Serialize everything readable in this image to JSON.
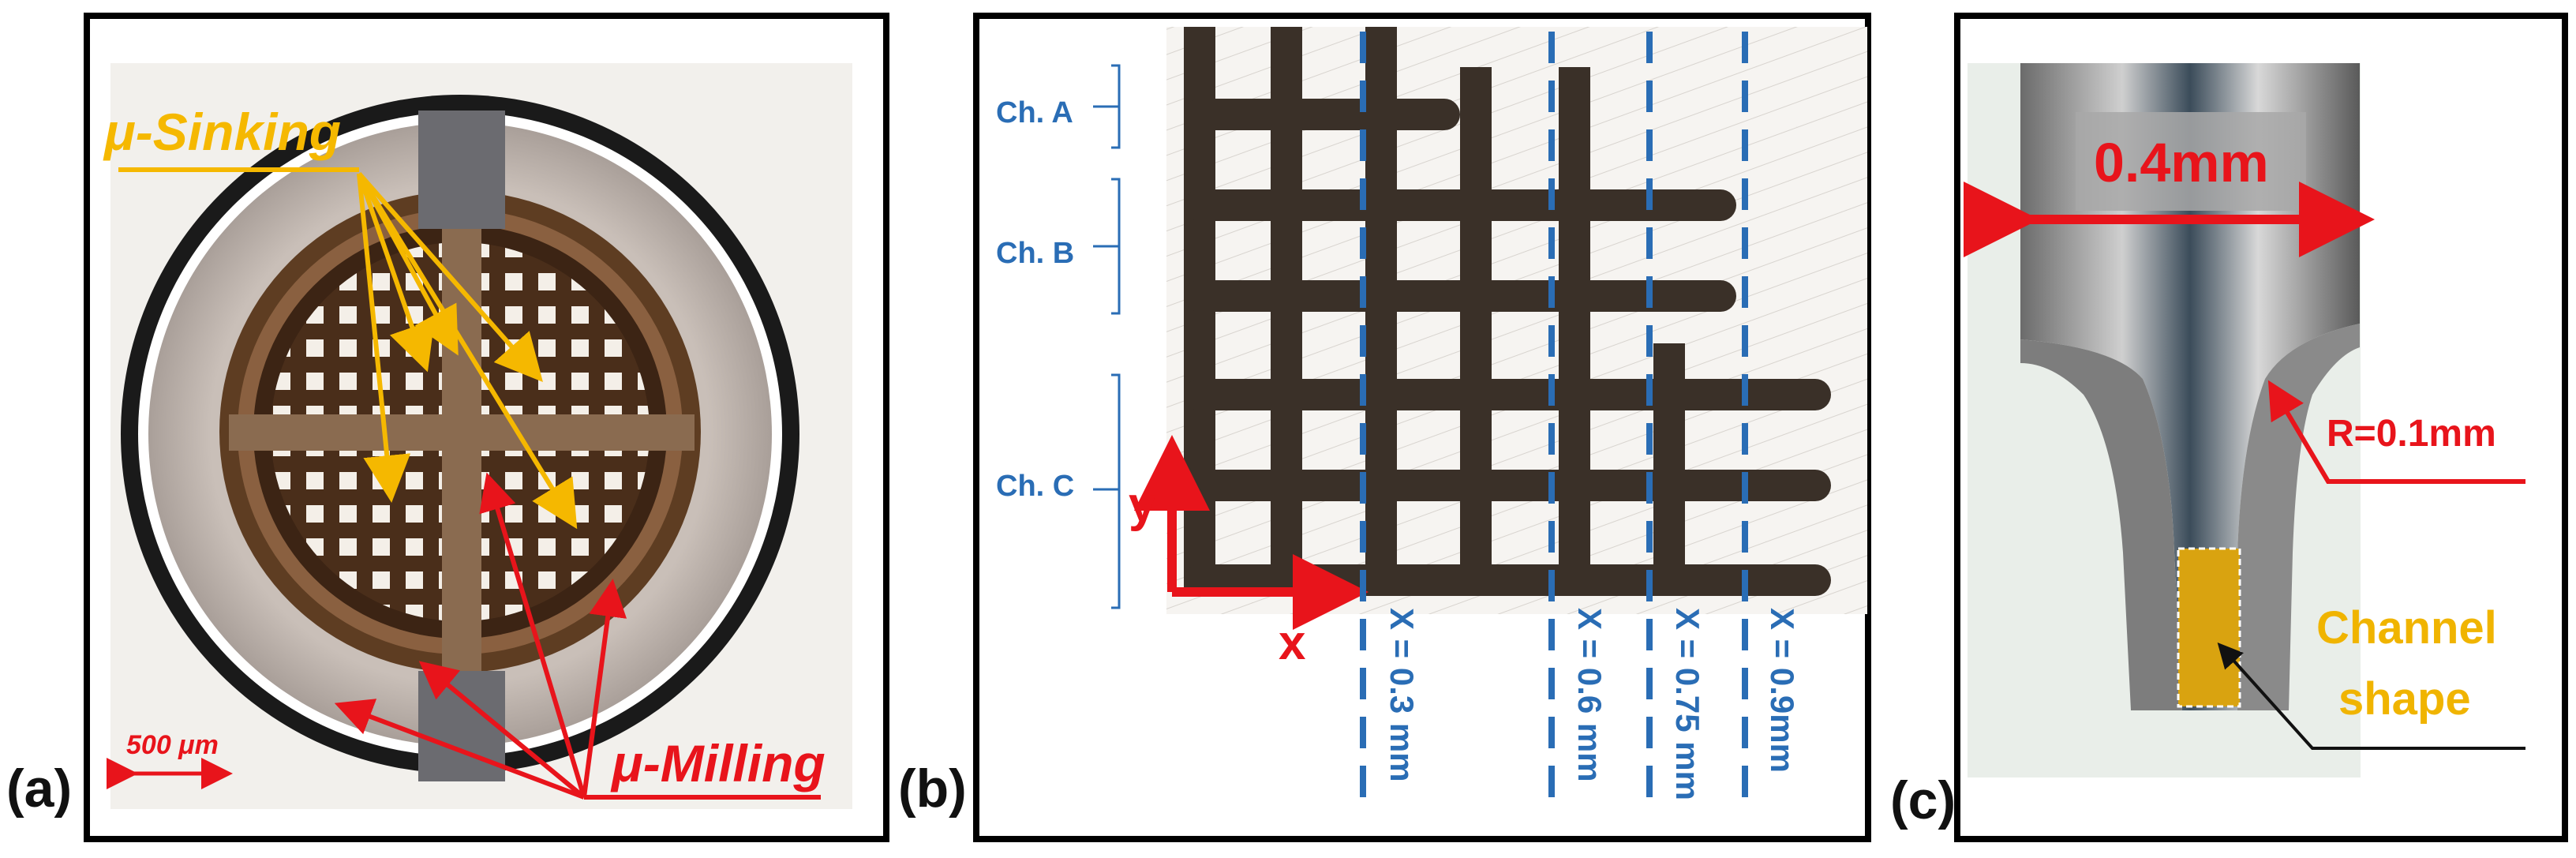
{
  "panels": {
    "a": {
      "label": "(a)",
      "annot_sinking": "μ-Sinking",
      "annot_milling": "μ-Milling",
      "scale_bar": "500 μm"
    },
    "b": {
      "label": "(b)",
      "channels": [
        "Ch. A",
        "Ch. B",
        "Ch. C"
      ],
      "axis_x": "x",
      "axis_y": "y",
      "positions": [
        "X = 0.3 mm",
        "X = 0.6 mm",
        "X = 0.75 mm",
        "X = 0.9mm"
      ]
    },
    "c": {
      "label": "(c)",
      "width_label": "0.4mm",
      "radius_label": "R=0.1mm",
      "shape_label_1": "Channel",
      "shape_label_2": "shape"
    }
  },
  "colors": {
    "yellow": "#f5b800",
    "red": "#e8141b",
    "blue": "#2a6db5",
    "gold_fill": "#d9a310"
  }
}
